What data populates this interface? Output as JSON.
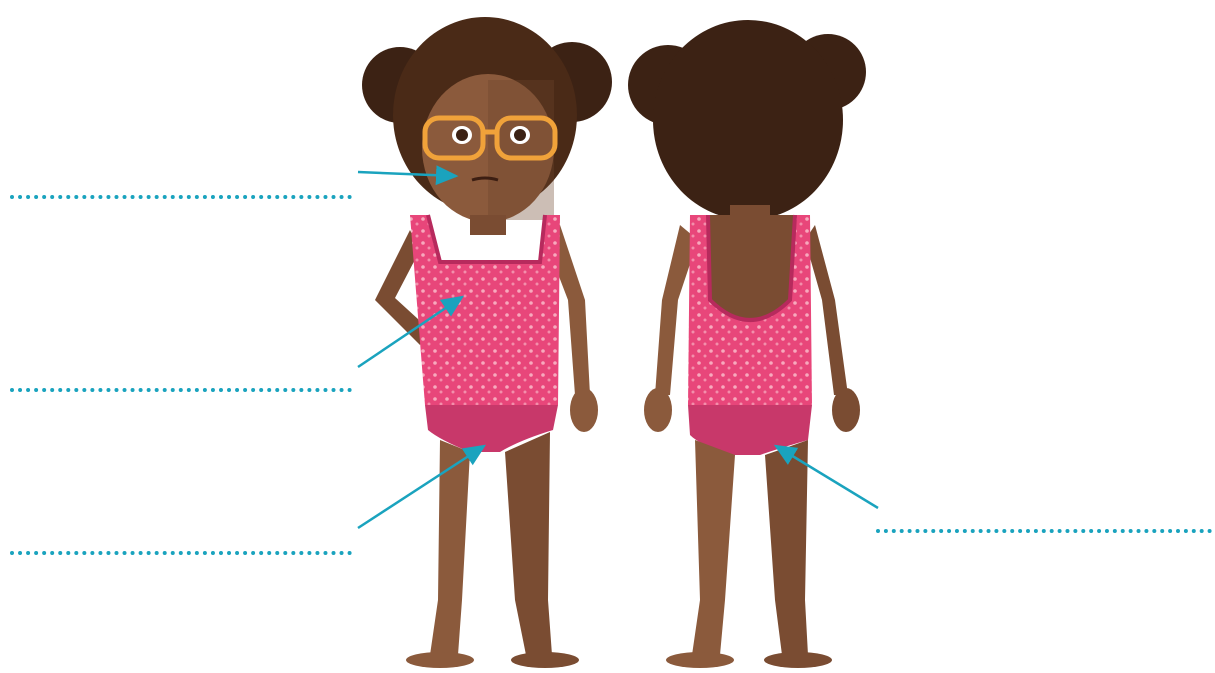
{
  "worksheet": {
    "labels": [
      {
        "id": "mouth",
        "text": ""
      },
      {
        "id": "chest",
        "text": ""
      },
      {
        "id": "front-underpants",
        "text": ""
      },
      {
        "id": "bottom",
        "text": ""
      }
    ]
  },
  "colors": {
    "accent": "#1aa3be",
    "swimsuit": "#e8467a",
    "swimsuit_trim": "#b72a5d",
    "skin": "#8b5a3c",
    "skin_shadow": "#6e442c",
    "hair": "#3c2214",
    "glasses": "#f0a23a"
  },
  "icons": {
    "front_figure": "girl-front-icon",
    "back_figure": "girl-back-icon"
  }
}
